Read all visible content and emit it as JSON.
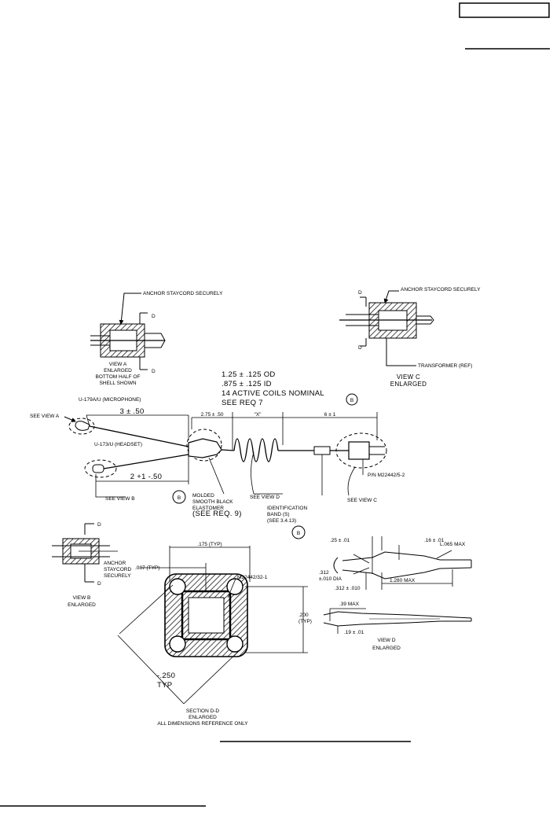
{
  "page": {
    "header_box_text": "",
    "header_rule_text": "",
    "caption_text": "",
    "footnote_text": ""
  },
  "diagram": {
    "view_a": {
      "callout": "ANCHOR STAYCORD SECURELY",
      "cut_top": "D",
      "cut_bottom": "D",
      "caption": [
        "VIEW A",
        "ENLARGED",
        "BOTTOM HALF OF",
        "SHELL SHOWN"
      ]
    },
    "view_c": {
      "callout": "ANCHOR STAYCORD SECURELY",
      "cut_top": "D",
      "cut_bottom": "D",
      "transformer": "TRANSFORMER (REF)",
      "caption": [
        "VIEW C",
        "ENLARGED"
      ]
    },
    "coil": {
      "od": "1.25 ± .125 OD",
      "id": ".875 ± .125 ID",
      "coils": "14 ACTIVE COILS NOMINAL",
      "req": "SEE REQ 7",
      "rev": "B"
    },
    "assembly": {
      "microphone": "U-179A/U (MICROPHONE)",
      "see_view_a": "SEE VIEW A",
      "dim_mic": "3 ± .50",
      "dim_275": "2.75 ± .50",
      "dim_x": "\"X\"",
      "dim_6": "6 ± 1",
      "headset": "U-173/U (HEADSET)",
      "dim_2": "2 +1 -.50",
      "see_view_b": "SEE VIEW B",
      "rev_b": "B",
      "molded": [
        "MOLDED",
        "SMOOTH BLACK",
        "ELASTOMER",
        "(SEE REQ. 9)"
      ],
      "see_view_d": "SEE VIEW D",
      "id_band": [
        "IDENTIFICATION",
        "BAND (S)",
        "(SEE 3.4.13)"
      ],
      "rev_c": "B",
      "pn": "P/N M22442/5-2",
      "see_view_c": "SEE VIEW C"
    },
    "view_b": {
      "cut_top": "D",
      "cut_bottom": "D",
      "callout": [
        "ANCHOR",
        "STAYCORD",
        "SECURELY"
      ],
      "caption": [
        "VIEW B",
        "ENLARGED"
      ]
    },
    "section_dd": {
      "dim_175": ".175 (TYP)",
      "dim_087": ".087 (TYP)",
      "part": "M22442/32-1",
      "dim_200": [
        ".200",
        "(TYP)"
      ],
      "dim_250": [
        "-.250",
        "TYP"
      ],
      "caption": [
        "SECTION D-D",
        "ENLARGED",
        "ALL DIMENSIONS REFERENCE ONLY"
      ]
    },
    "view_d": {
      "dim_25": ".25 ± .01",
      "dim_16": ".16 ± .01",
      "dim_065": "L.065 MAX",
      "dim_312": [
        ".312",
        "±.010 DIA"
      ],
      "dim_312b": ".312 ± .010",
      "dim_1280": "1.280 MAX",
      "dim_39": ".39 MAX",
      "dim_19": ".19 ± .01",
      "caption": [
        "VIEW D",
        "ENLARGED"
      ]
    }
  }
}
